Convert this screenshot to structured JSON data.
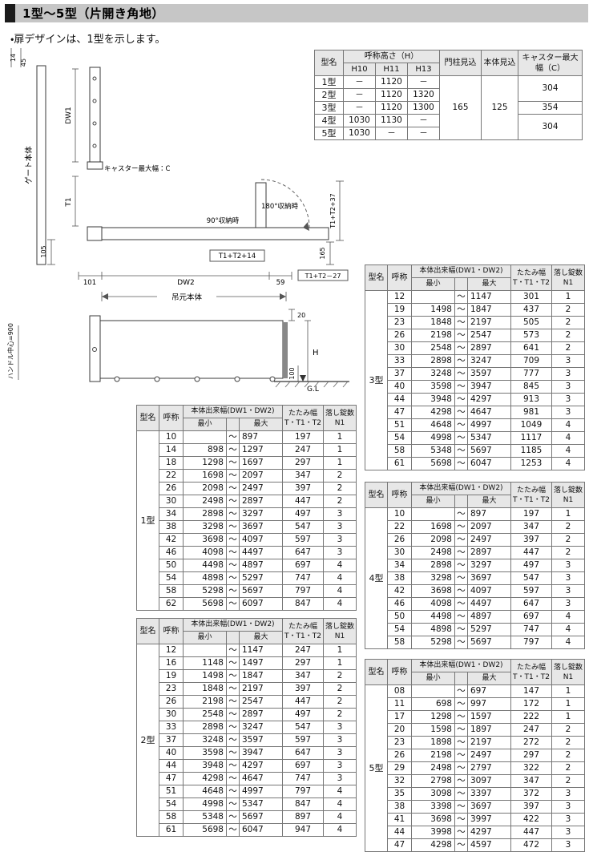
{
  "page": {
    "title": "1型～5型（片開き角地）",
    "note": "・扉デザインは、1型を示します。"
  },
  "range_separator": "～",
  "spec_table": {
    "col_model": "型名",
    "col_height": "呼称高さ（H）",
    "sub_cols": [
      "H10",
      "H11",
      "H13"
    ],
    "col_post": "門柱見込",
    "col_body": "本体見込",
    "col_caster": "キャスター最大幅（C）",
    "post_depth": "165",
    "body_depth": "125",
    "caster_groups": [
      {
        "value": "304",
        "span": 2
      },
      {
        "value": "354",
        "span": 1
      },
      {
        "value": "304",
        "span": 2
      }
    ],
    "rows": [
      {
        "model": "1型",
        "h10": "－",
        "h11": "1120",
        "h13": "－"
      },
      {
        "model": "2型",
        "h10": "－",
        "h11": "1120",
        "h13": "1320"
      },
      {
        "model": "3型",
        "h10": "－",
        "h11": "1120",
        "h13": "1300"
      },
      {
        "model": "4型",
        "h10": "1030",
        "h11": "1130",
        "h13": "－"
      },
      {
        "model": "5型",
        "h10": "1030",
        "h11": "－",
        "h13": "－"
      }
    ]
  },
  "size_headers": {
    "model": "型名",
    "name": "呼称",
    "width": "本体出来幅(DW1・DW2)",
    "min": "最小",
    "max": "最大",
    "fold_line1": "たたみ幅",
    "fold_line2": "T・T1・T2",
    "locks_line1": "落し錠数",
    "locks_line2": "N1"
  },
  "size_tables": [
    {
      "model": "1型",
      "rows": [
        [
          "10",
          "",
          "897",
          "197",
          "1"
        ],
        [
          "14",
          "898",
          "1297",
          "247",
          "1"
        ],
        [
          "18",
          "1298",
          "1697",
          "297",
          "1"
        ],
        [
          "22",
          "1698",
          "2097",
          "347",
          "2"
        ],
        [
          "26",
          "2098",
          "2497",
          "397",
          "2"
        ],
        [
          "30",
          "2498",
          "2897",
          "447",
          "2"
        ],
        [
          "34",
          "2898",
          "3297",
          "497",
          "3"
        ],
        [
          "38",
          "3298",
          "3697",
          "547",
          "3"
        ],
        [
          "42",
          "3698",
          "4097",
          "597",
          "3"
        ],
        [
          "46",
          "4098",
          "4497",
          "647",
          "3"
        ],
        [
          "50",
          "4498",
          "4897",
          "697",
          "4"
        ],
        [
          "54",
          "4898",
          "5297",
          "747",
          "4"
        ],
        [
          "58",
          "5298",
          "5697",
          "797",
          "4"
        ],
        [
          "62",
          "5698",
          "6097",
          "847",
          "4"
        ]
      ]
    },
    {
      "model": "2型",
      "rows": [
        [
          "12",
          "",
          "1147",
          "247",
          "1"
        ],
        [
          "16",
          "1148",
          "1497",
          "297",
          "1"
        ],
        [
          "19",
          "1498",
          "1847",
          "347",
          "2"
        ],
        [
          "23",
          "1848",
          "2197",
          "397",
          "2"
        ],
        [
          "26",
          "2198",
          "2547",
          "447",
          "2"
        ],
        [
          "30",
          "2548",
          "2897",
          "497",
          "2"
        ],
        [
          "33",
          "2898",
          "3247",
          "547",
          "3"
        ],
        [
          "37",
          "3248",
          "3597",
          "597",
          "3"
        ],
        [
          "40",
          "3598",
          "3947",
          "647",
          "3"
        ],
        [
          "44",
          "3948",
          "4297",
          "697",
          "3"
        ],
        [
          "47",
          "4298",
          "4647",
          "747",
          "3"
        ],
        [
          "51",
          "4648",
          "4997",
          "797",
          "4"
        ],
        [
          "54",
          "4998",
          "5347",
          "847",
          "4"
        ],
        [
          "58",
          "5348",
          "5697",
          "897",
          "4"
        ],
        [
          "61",
          "5698",
          "6047",
          "947",
          "4"
        ]
      ]
    },
    {
      "model": "3型",
      "rows": [
        [
          "12",
          "",
          "1147",
          "301",
          "1"
        ],
        [
          "19",
          "1498",
          "1847",
          "437",
          "2"
        ],
        [
          "23",
          "1848",
          "2197",
          "505",
          "2"
        ],
        [
          "26",
          "2198",
          "2547",
          "573",
          "2"
        ],
        [
          "30",
          "2548",
          "2897",
          "641",
          "2"
        ],
        [
          "33",
          "2898",
          "3247",
          "709",
          "3"
        ],
        [
          "37",
          "3248",
          "3597",
          "777",
          "3"
        ],
        [
          "40",
          "3598",
          "3947",
          "845",
          "3"
        ],
        [
          "44",
          "3948",
          "4297",
          "913",
          "3"
        ],
        [
          "47",
          "4298",
          "4647",
          "981",
          "3"
        ],
        [
          "51",
          "4648",
          "4997",
          "1049",
          "4"
        ],
        [
          "54",
          "4998",
          "5347",
          "1117",
          "4"
        ],
        [
          "58",
          "5348",
          "5697",
          "1185",
          "4"
        ],
        [
          "61",
          "5698",
          "6047",
          "1253",
          "4"
        ]
      ]
    },
    {
      "model": "4型",
      "rows": [
        [
          "10",
          "",
          "897",
          "197",
          "1"
        ],
        [
          "22",
          "1698",
          "2097",
          "347",
          "2"
        ],
        [
          "26",
          "2098",
          "2497",
          "397",
          "2"
        ],
        [
          "30",
          "2498",
          "2897",
          "447",
          "2"
        ],
        [
          "34",
          "2898",
          "3297",
          "497",
          "3"
        ],
        [
          "38",
          "3298",
          "3697",
          "547",
          "3"
        ],
        [
          "42",
          "3698",
          "4097",
          "597",
          "3"
        ],
        [
          "46",
          "4098",
          "4497",
          "647",
          "3"
        ],
        [
          "50",
          "4498",
          "4897",
          "697",
          "4"
        ],
        [
          "54",
          "4898",
          "5297",
          "747",
          "4"
        ],
        [
          "58",
          "5298",
          "5697",
          "797",
          "4"
        ]
      ]
    },
    {
      "model": "5型",
      "rows": [
        [
          "08",
          "",
          "697",
          "147",
          "1"
        ],
        [
          "11",
          "698",
          "997",
          "172",
          "1"
        ],
        [
          "17",
          "1298",
          "1597",
          "222",
          "1"
        ],
        [
          "20",
          "1598",
          "1897",
          "247",
          "2"
        ],
        [
          "23",
          "1898",
          "2197",
          "272",
          "2"
        ],
        [
          "26",
          "2198",
          "2497",
          "297",
          "2"
        ],
        [
          "29",
          "2498",
          "2797",
          "322",
          "2"
        ],
        [
          "32",
          "2798",
          "3097",
          "347",
          "2"
        ],
        [
          "35",
          "3098",
          "3397",
          "372",
          "3"
        ],
        [
          "38",
          "3398",
          "3697",
          "397",
          "3"
        ],
        [
          "41",
          "3698",
          "3997",
          "422",
          "3"
        ],
        [
          "44",
          "3998",
          "4297",
          "447",
          "3"
        ],
        [
          "47",
          "4298",
          "4597",
          "472",
          "3"
        ]
      ]
    }
  ],
  "diagram": {
    "labels": {
      "dim_14": "14",
      "dim_45": "45",
      "gate_body": "ゲート本体",
      "dw1": "DW1",
      "caster_note": "キャスター最大幅：C",
      "t1": "T1",
      "storage_90": "90°収納時",
      "storage_180": "180°収納時",
      "t1t2_plus14": "T1+T2+14",
      "t1t2_plus37": "T1+T2+37",
      "dim_165": "165",
      "dim_105": "105",
      "dim_101": "101",
      "dw2": "DW2",
      "dim_59": "59",
      "t1t2_minus27": "T1+T2－27",
      "hanging_body": "吊元本体",
      "handle_center": "ハンドル中心=900",
      "h": "H",
      "dim_100": "100",
      "dim_20": "20",
      "gl": "G.L"
    }
  }
}
